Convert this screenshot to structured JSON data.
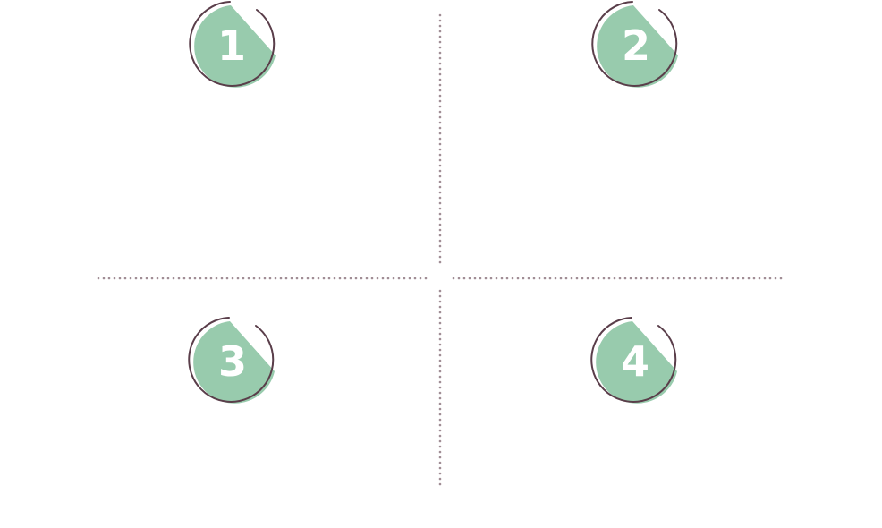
{
  "colors": {
    "background": "#ffffff",
    "badge_fill": "#98cbad",
    "badge_outline": "#5a3e4a",
    "badge_text": "#ffffff",
    "divider": "#a08d95"
  },
  "quadrants": [
    {
      "number": "1"
    },
    {
      "number": "2"
    },
    {
      "number": "3"
    },
    {
      "number": "4"
    }
  ]
}
